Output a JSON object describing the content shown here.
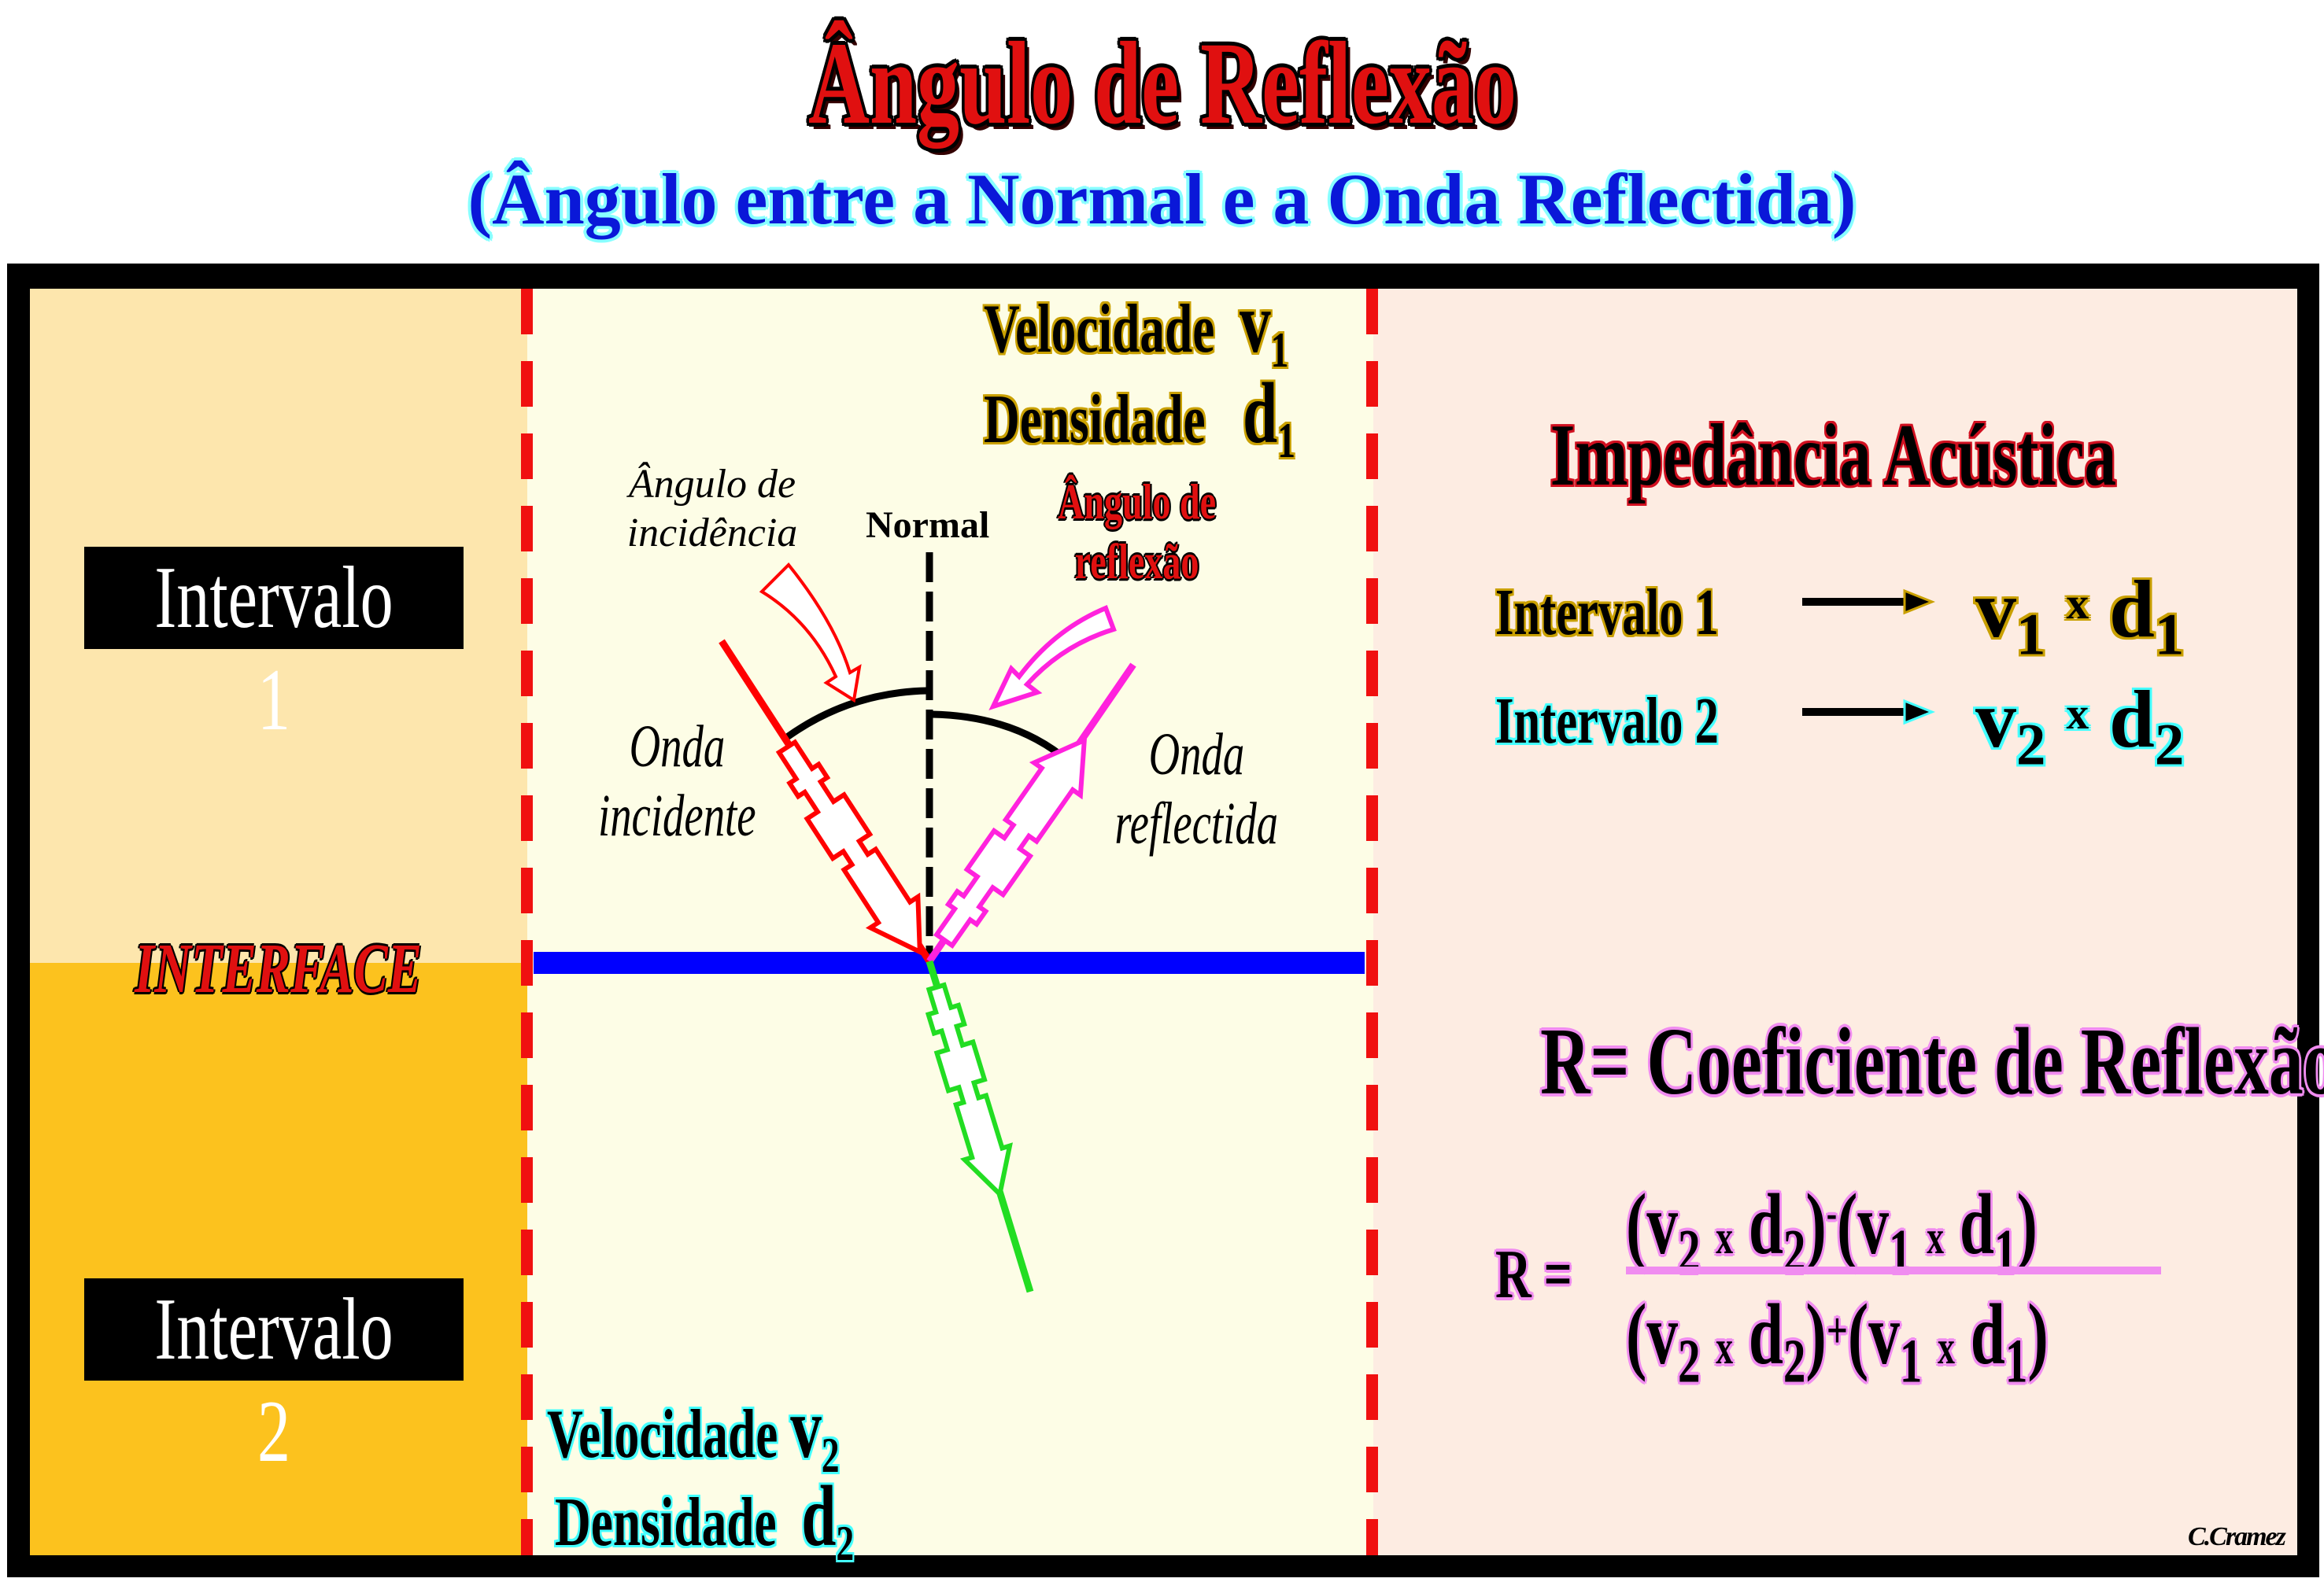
{
  "title": "Ângulo de Reflexão",
  "subtitle": "(Ângulo entre a Normal e a Onda Reflectida)",
  "colors": {
    "interface": "#0000ff",
    "incident_wave": "#ff0000",
    "reflected_wave": "#ff22dd",
    "refracted_wave": "#22dd22",
    "interval1_bg": "#fde6ad",
    "interval2_bg": "#fcc21e",
    "middle_bg": "#fdfde6",
    "right_bg": "#fdece2"
  },
  "left": {
    "interval1": "Intervalo 1",
    "interface": "INTERFACE",
    "interval2": "Intervalo 2"
  },
  "medium1": {
    "velocity": {
      "label": "Velocidade",
      "symbol": "v",
      "sub": "1"
    },
    "density": {
      "label": "Densidade",
      "symbol": "d",
      "sub": "1"
    }
  },
  "medium2": {
    "velocity": {
      "label": "Velocidade",
      "symbol": "v",
      "sub": "2"
    },
    "density": {
      "label": "Densidade",
      "symbol": "d",
      "sub": "2"
    }
  },
  "diagram": {
    "normal": "Normal",
    "incidence_angle": [
      "Ângulo de",
      "incidência"
    ],
    "reflection_angle": [
      "Ângulo de",
      "reflexão"
    ],
    "incident_wave": [
      "Onda",
      "incidente"
    ],
    "reflected_wave": [
      "Onda",
      "reflectida"
    ]
  },
  "impedance": {
    "title": "Impedância Acústica",
    "rows": [
      {
        "label": "Intervalo 1",
        "v": "v",
        "v_sub": "1",
        "x": "x",
        "d": "d",
        "d_sub": "1"
      },
      {
        "label": "Intervalo 2",
        "v": "v",
        "v_sub": "2",
        "x": "x",
        "d": "d",
        "d_sub": "2"
      }
    ]
  },
  "reflection": {
    "title": "R= Coeficiente de Reflexão",
    "formula": {
      "lhs": "R =",
      "open": "(",
      "close": ")",
      "num_op": "-",
      "den_op": "+",
      "term2": {
        "v": "v",
        "v_sub": "2",
        "x": "x",
        "d": "d",
        "d_sub": "2"
      },
      "term1": {
        "v": "v",
        "v_sub": "1",
        "x": "x",
        "d": "d",
        "d_sub": "1"
      }
    }
  },
  "author": "C.Cramez"
}
